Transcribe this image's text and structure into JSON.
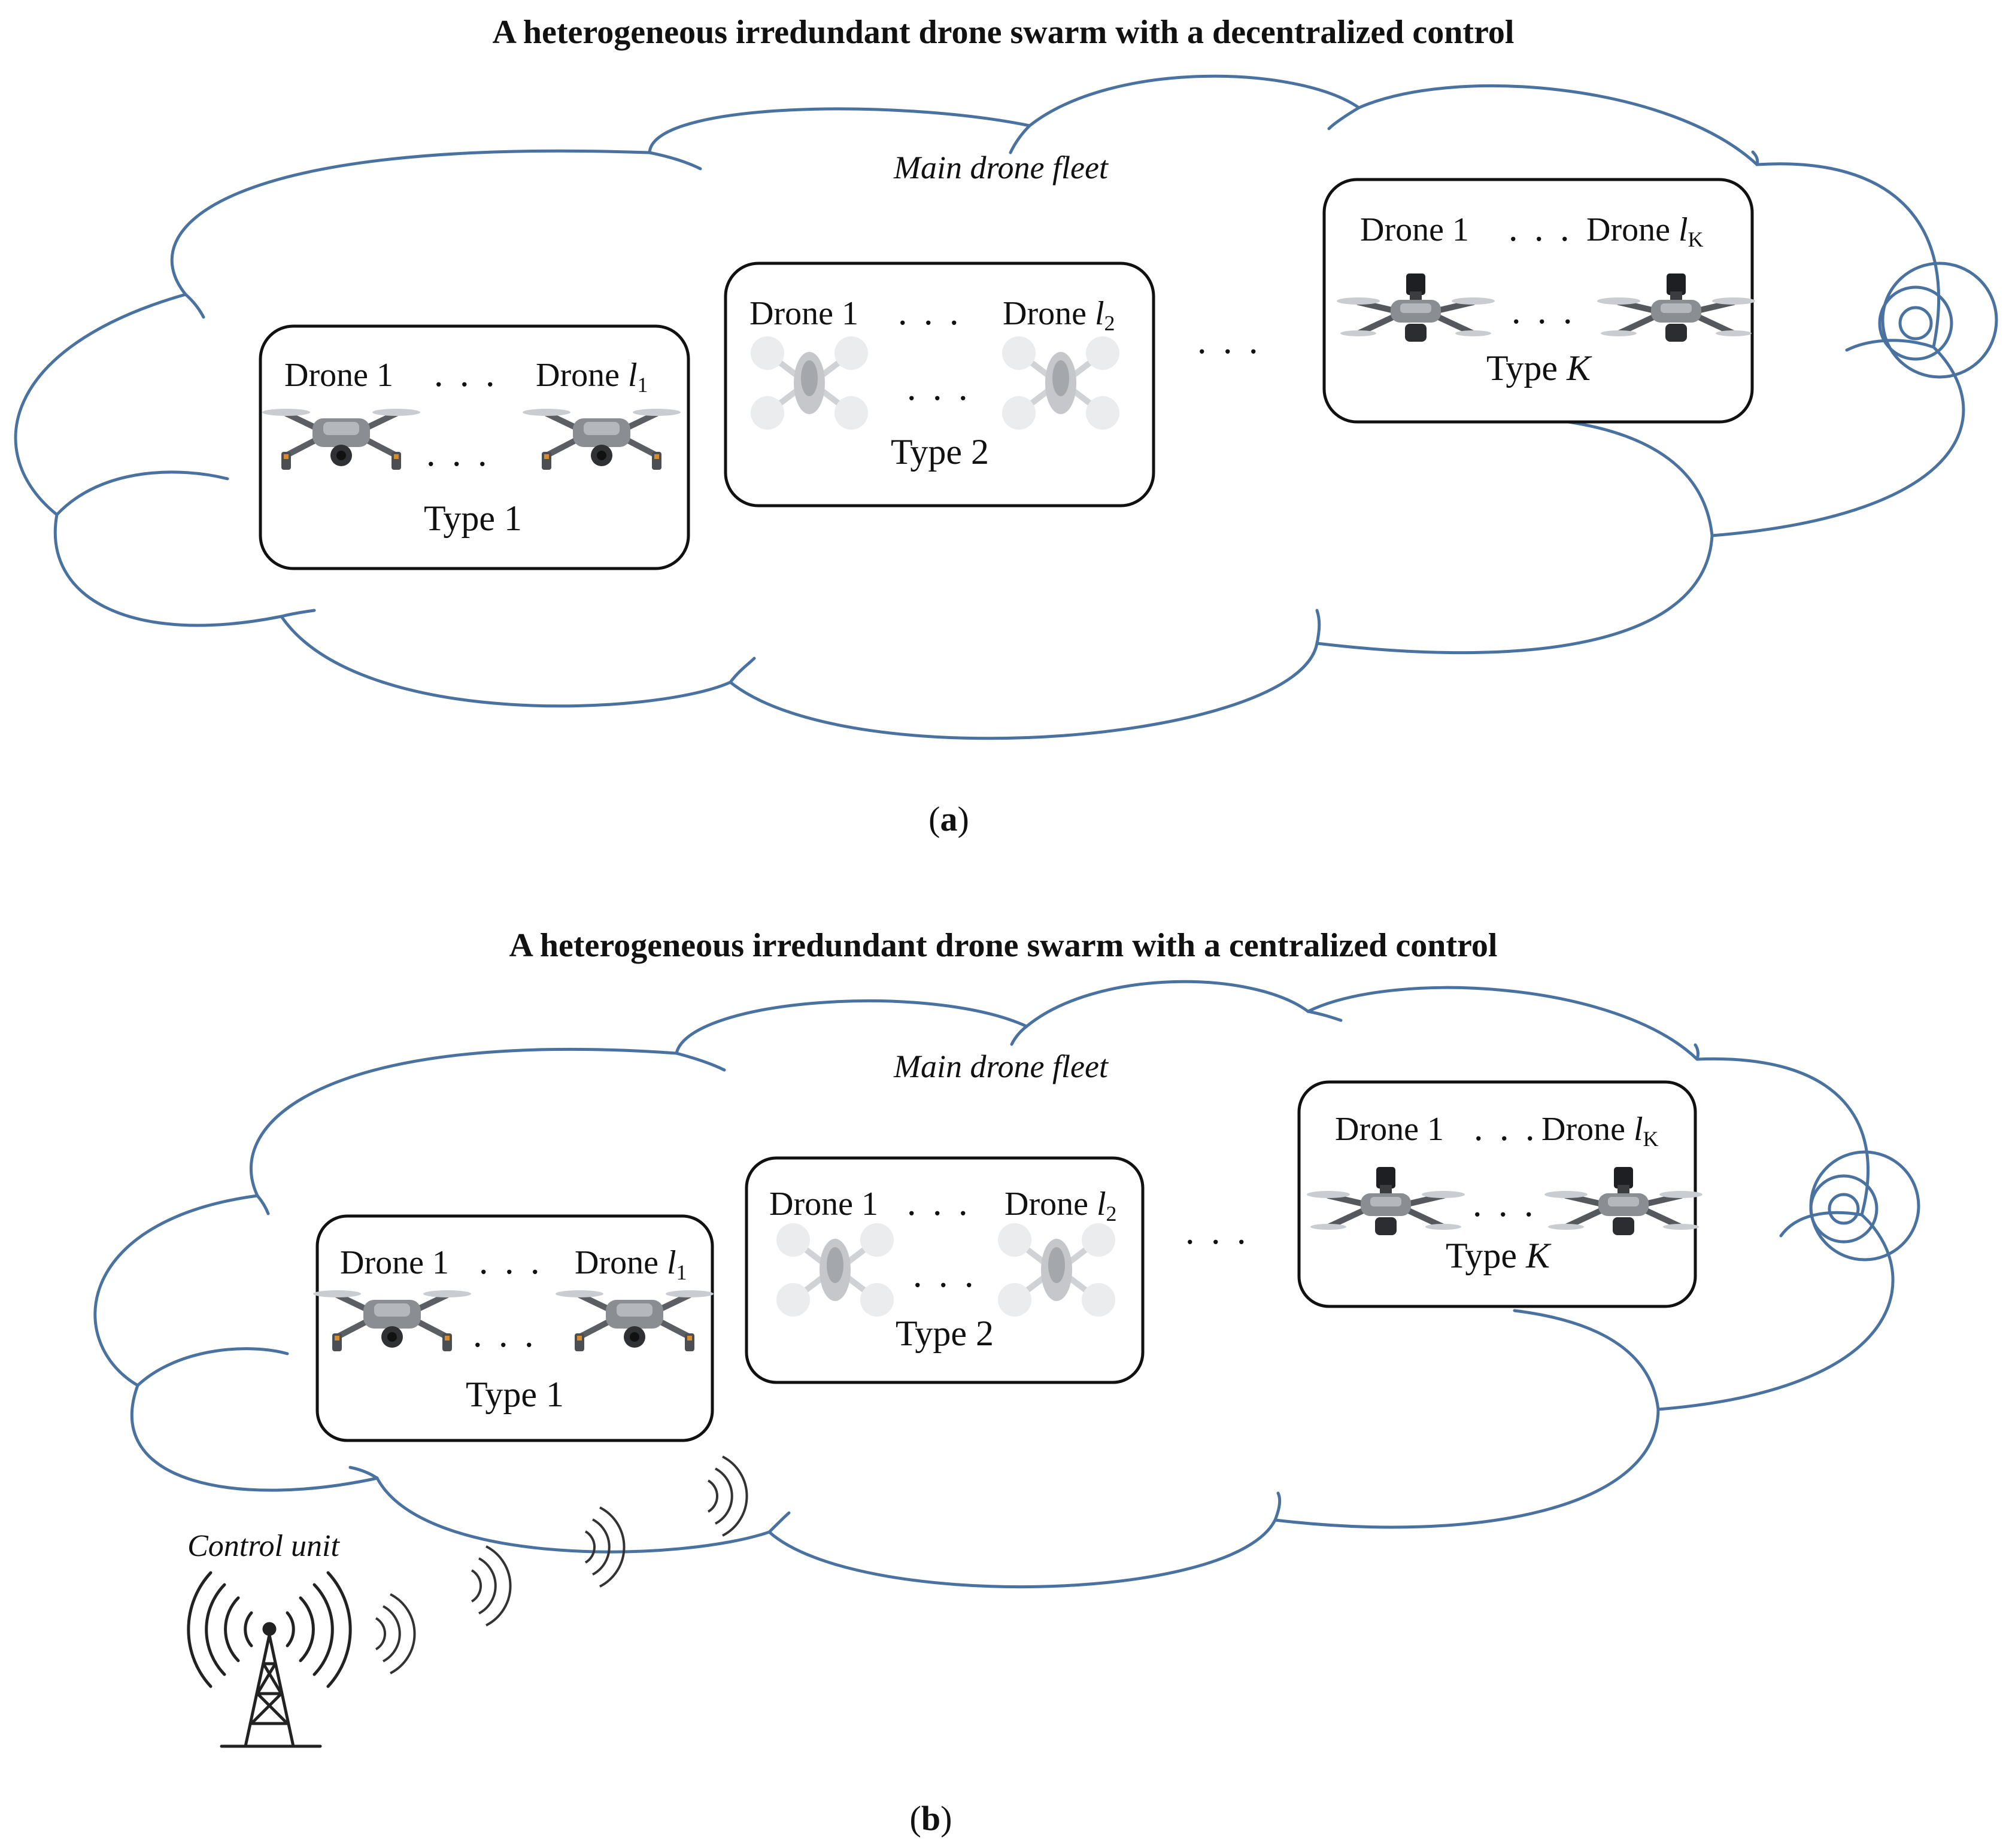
{
  "panel_a": {
    "title": "A heterogeneous irredundant drone swarm with a decentralized control",
    "caption_open": "(",
    "caption_letter": "a",
    "caption_close": ")",
    "fleet_label": "Main drone fleet",
    "between_types_dots": ". . .",
    "types": [
      {
        "first_label": "Drone 1",
        "dots_top": ". . .",
        "last_label": "Drone ",
        "last_var": "l",
        "last_sub": "1",
        "dots_mid": ". . .",
        "type_label": "Type 1",
        "type_var": ""
      },
      {
        "first_label": "Drone 1",
        "dots_top": ". . .",
        "last_label": "Drone ",
        "last_var": "l",
        "last_sub": "2",
        "dots_mid": ". . .",
        "type_label": "Type 2",
        "type_var": ""
      },
      {
        "first_label": "Drone 1",
        "dots_top": ". . .",
        "last_label": "Drone ",
        "last_var": "l",
        "last_sub": "K",
        "dots_mid": ". . .",
        "type_label": "Type ",
        "type_var": "K"
      }
    ]
  },
  "panel_b": {
    "title": "A heterogeneous irredundant drone swarm with a centralized control",
    "caption_open": "(",
    "caption_letter": "b",
    "caption_close": ")",
    "fleet_label": "Main drone fleet",
    "between_types_dots": ". . .",
    "control_unit_label": "Control unit",
    "types": [
      {
        "first_label": "Drone 1",
        "dots_top": ". . .",
        "last_label": "Drone ",
        "last_var": "l",
        "last_sub": "1",
        "dots_mid": ". . .",
        "type_label": "Type 1",
        "type_var": ""
      },
      {
        "first_label": "Drone 1",
        "dots_top": ". . .",
        "last_label": "Drone ",
        "last_var": "l",
        "last_sub": "2",
        "dots_mid": ". . .",
        "type_label": "Type 2",
        "type_var": ""
      },
      {
        "first_label": "Drone 1",
        "dots_top": ". . .",
        "last_label": "Drone ",
        "last_var": "l",
        "last_sub": "K",
        "dots_mid": ". . .",
        "type_label": "Type ",
        "type_var": "K"
      }
    ]
  },
  "colors": {
    "cloud_outline": "#4a72a0",
    "text": "#111111",
    "drone_body": "#8a8d92"
  },
  "icons": [
    "quadcopter-drone-icon",
    "light-quadcopter-drone-icon",
    "camera-quadcopter-drone-icon",
    "wireless-signal-icon",
    "radio-tower-icon"
  ]
}
